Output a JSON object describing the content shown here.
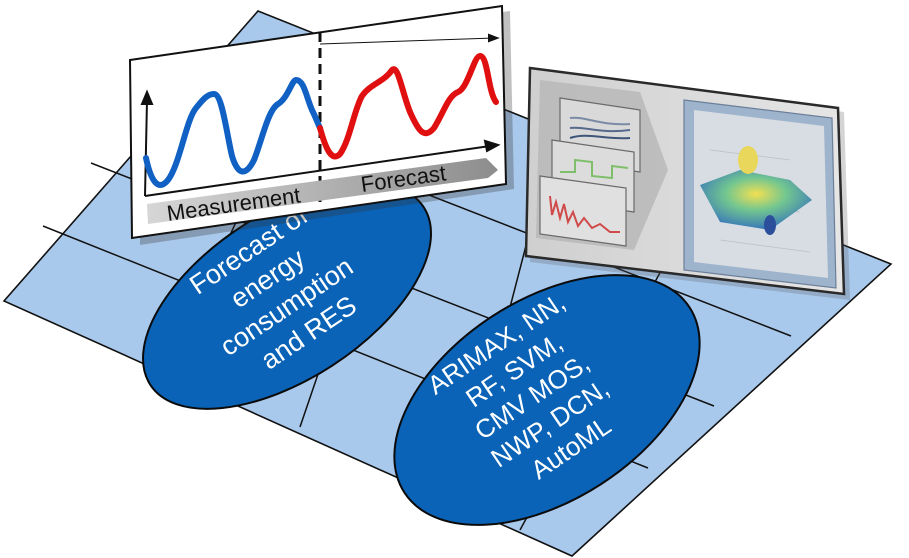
{
  "chart_panel": {
    "left_label": "Measurement",
    "right_label": "Forecast",
    "measurement_color": "#1160c4",
    "forecast_color": "#e01010"
  },
  "ellipse_topic": {
    "lines": [
      "Forecast of",
      "energy",
      "consumption",
      "and RES"
    ],
    "fill": "#0a63b7"
  },
  "ellipse_methods": {
    "lines": [
      "ARIMAX, NN,",
      "RF, SVM,",
      "CMV MOS,",
      "NWP, DCN,",
      "AutoML"
    ],
    "fill": "#0a63b7"
  },
  "board": {
    "fill": "#a9c9ec",
    "line_color": "#111111"
  },
  "ml_panel": {
    "icons": [
      "multi-series-chart-icon",
      "step-chart-icon",
      "noisy-signal-chart-icon",
      "surface-plot-icon"
    ]
  }
}
